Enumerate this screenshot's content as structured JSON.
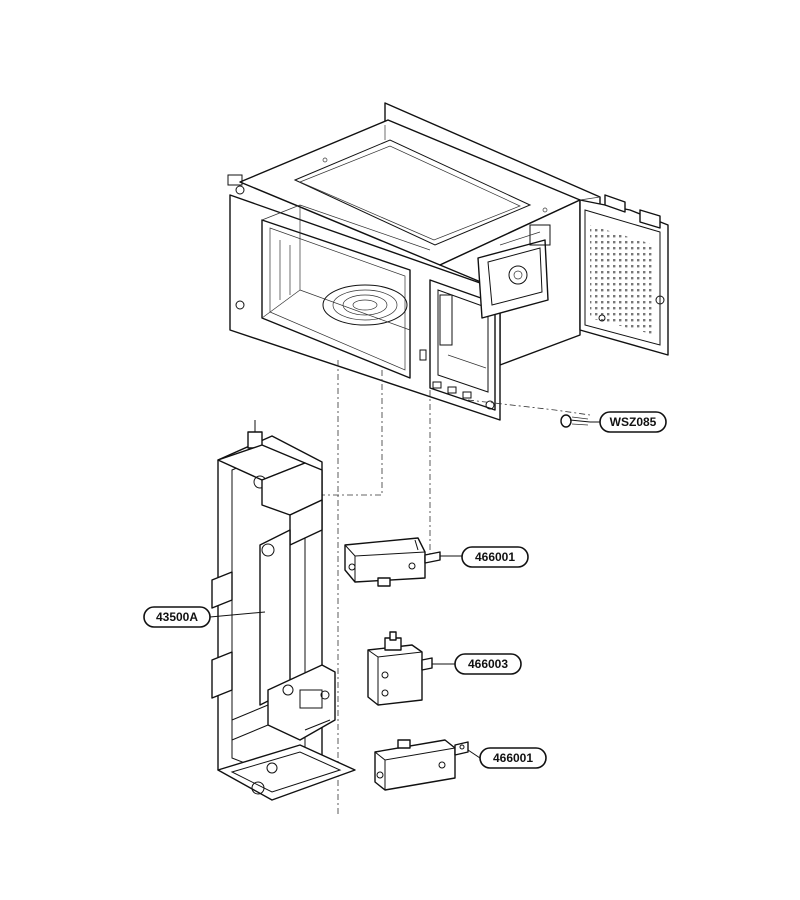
{
  "callouts": [
    {
      "id": "wsz085",
      "label": "WSZ085"
    },
    {
      "id": "466001a",
      "label": "466001"
    },
    {
      "id": "43500a",
      "label": "43500A"
    },
    {
      "id": "466003",
      "label": "466003"
    },
    {
      "id": "466001b",
      "label": "466001"
    }
  ]
}
